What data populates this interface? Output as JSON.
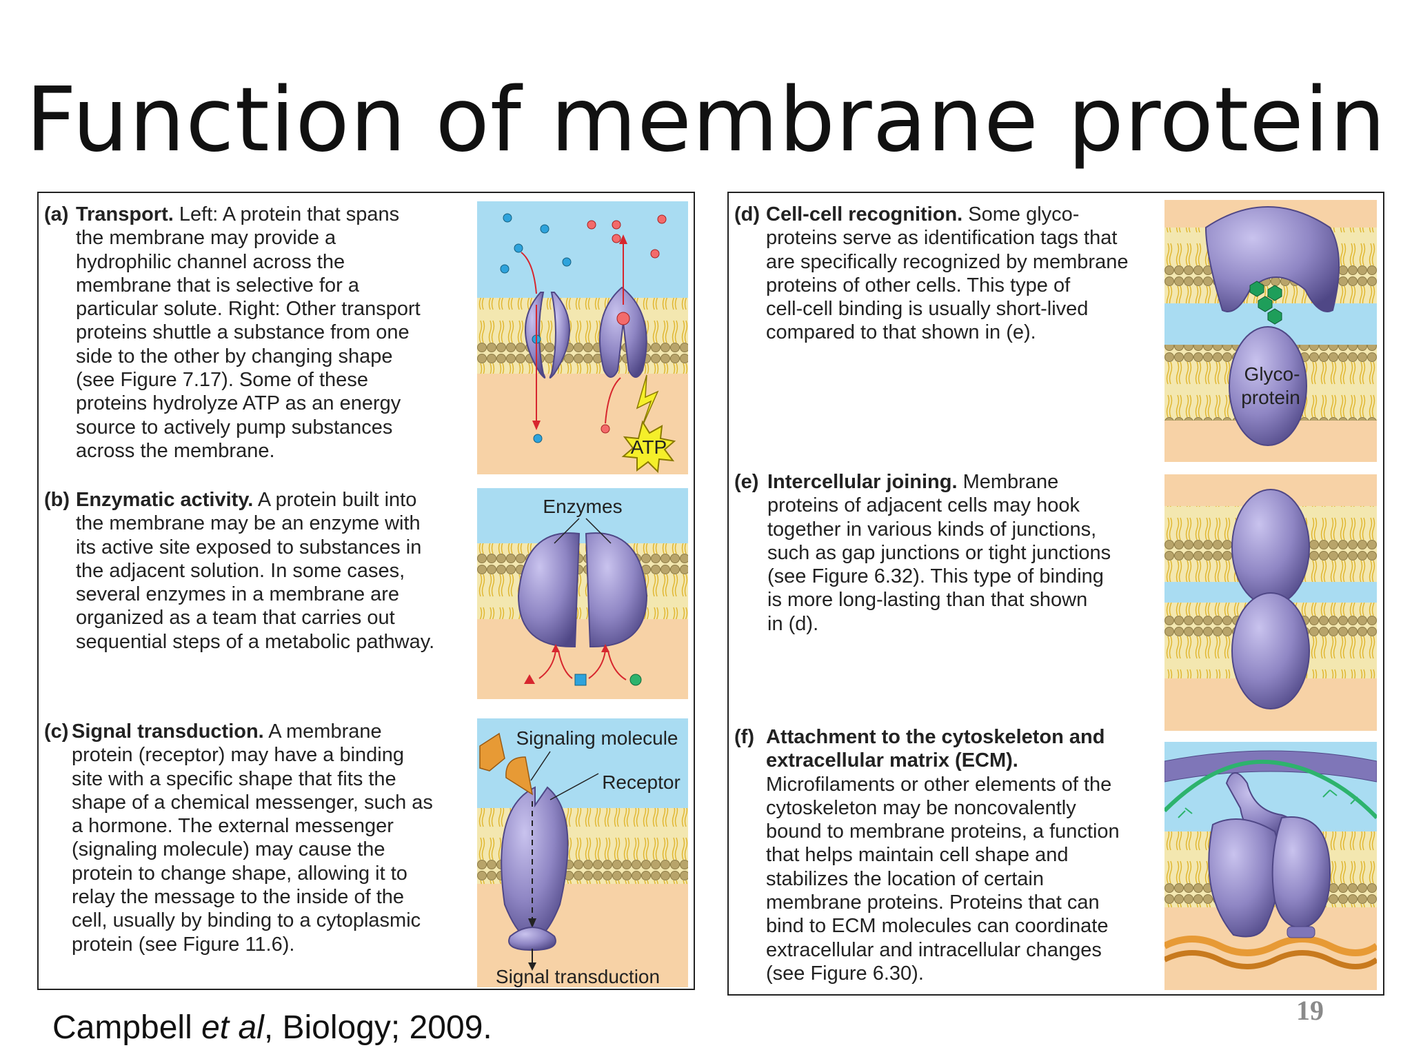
{
  "slide": {
    "title": "Function of membrane protein",
    "page_number": "19",
    "citation": {
      "author": "Campbell ",
      "etal": "et al",
      "rest": ", Biology; 2009."
    }
  },
  "sections": {
    "a": {
      "label": "(a)",
      "heading": "Transport.",
      "lines": [
        " Left: A protein that spans",
        "the membrane may provide a",
        "hydrophilic channel across the",
        "membrane that is selective for a",
        "particular solute. Right: Other transport",
        "proteins shuttle a substance from one",
        "side to the other by changing shape",
        "(see Figure 7.17). Some of these",
        "proteins hydrolyze ATP as an energy",
        "source to actively pump substances",
        "across the membrane."
      ],
      "figure_labels": {
        "atp": "ATP"
      }
    },
    "b": {
      "label": "(b)",
      "heading": "Enzymatic activity.",
      "lines": [
        " A protein built into",
        "the membrane may be an enzyme with",
        "its active site exposed to substances in",
        "the adjacent solution. In some cases,",
        "several enzymes in a membrane are",
        "organized as a team that carries out",
        "sequential steps of a metabolic pathway."
      ],
      "figure_labels": {
        "enzymes": "Enzymes"
      }
    },
    "c": {
      "label": "(c)",
      "heading": "Signal transduction.",
      "lines": [
        " A membrane",
        "protein (receptor) may have a binding",
        "site with a specific shape that fits the",
        "shape of a chemical messenger, such as",
        "a hormone. The external messenger",
        "(signaling molecule) may cause the",
        "protein to change shape, allowing it to",
        "relay the message to the inside of the",
        "cell, usually by binding to a cytoplasmic",
        "protein (see Figure 11.6)."
      ],
      "figure_labels": {
        "signaling_molecule": "Signaling molecule",
        "receptor": "Receptor",
        "signal_transduction": "Signal transduction"
      }
    },
    "d": {
      "label": "(d)",
      "heading": "Cell-cell recognition.",
      "lines": [
        " Some glyco-",
        "proteins serve as identification tags that",
        "are specifically recognized by membrane",
        "proteins of other cells. This type of",
        "cell-cell binding is usually short-lived",
        "compared to that shown in (e)."
      ],
      "figure_labels": {
        "glyco": "Glyco-",
        "protein": "protein"
      }
    },
    "e": {
      "label": "(e)",
      "heading": "Intercellular joining.",
      "lines": [
        " Membrane",
        "proteins of adjacent cells may hook",
        "together in various kinds of junctions,",
        "such as gap junctions or tight junctions",
        "(see Figure 6.32). This type of binding",
        "is more long-lasting than that shown",
        "in (d)."
      ]
    },
    "f": {
      "label": "(f)",
      "heading_lines": [
        "Attachment to the cytoskeleton and",
        "extracellular matrix (ECM)."
      ],
      "lines": [
        "Microfilaments or other elements of the",
        "cytoskeleton may be noncovalently",
        "bound to membrane proteins, a function",
        "that helps maintain cell shape and",
        "stabilizes the location of certain",
        "membrane proteins. Proteins that can",
        "bind to ECM molecules can coordinate",
        "extracellular and intracellular changes",
        "(see Figure 6.30)."
      ]
    }
  },
  "colors": {
    "extracellular": "#a9dcf2",
    "cytoplasm": "#f7d2a6",
    "protein": "#8f86c4",
    "protein_dark": "#5c538f",
    "lipid_head": "#b8a46a",
    "lipid_tail": "#e8c23a",
    "arrow_red": "#d7262e",
    "solute_blue": "#2ea3dc",
    "atp_yellow": "#f5ef2a",
    "ecm_green": "#2db36d",
    "filament_orange": "#e79a35"
  }
}
